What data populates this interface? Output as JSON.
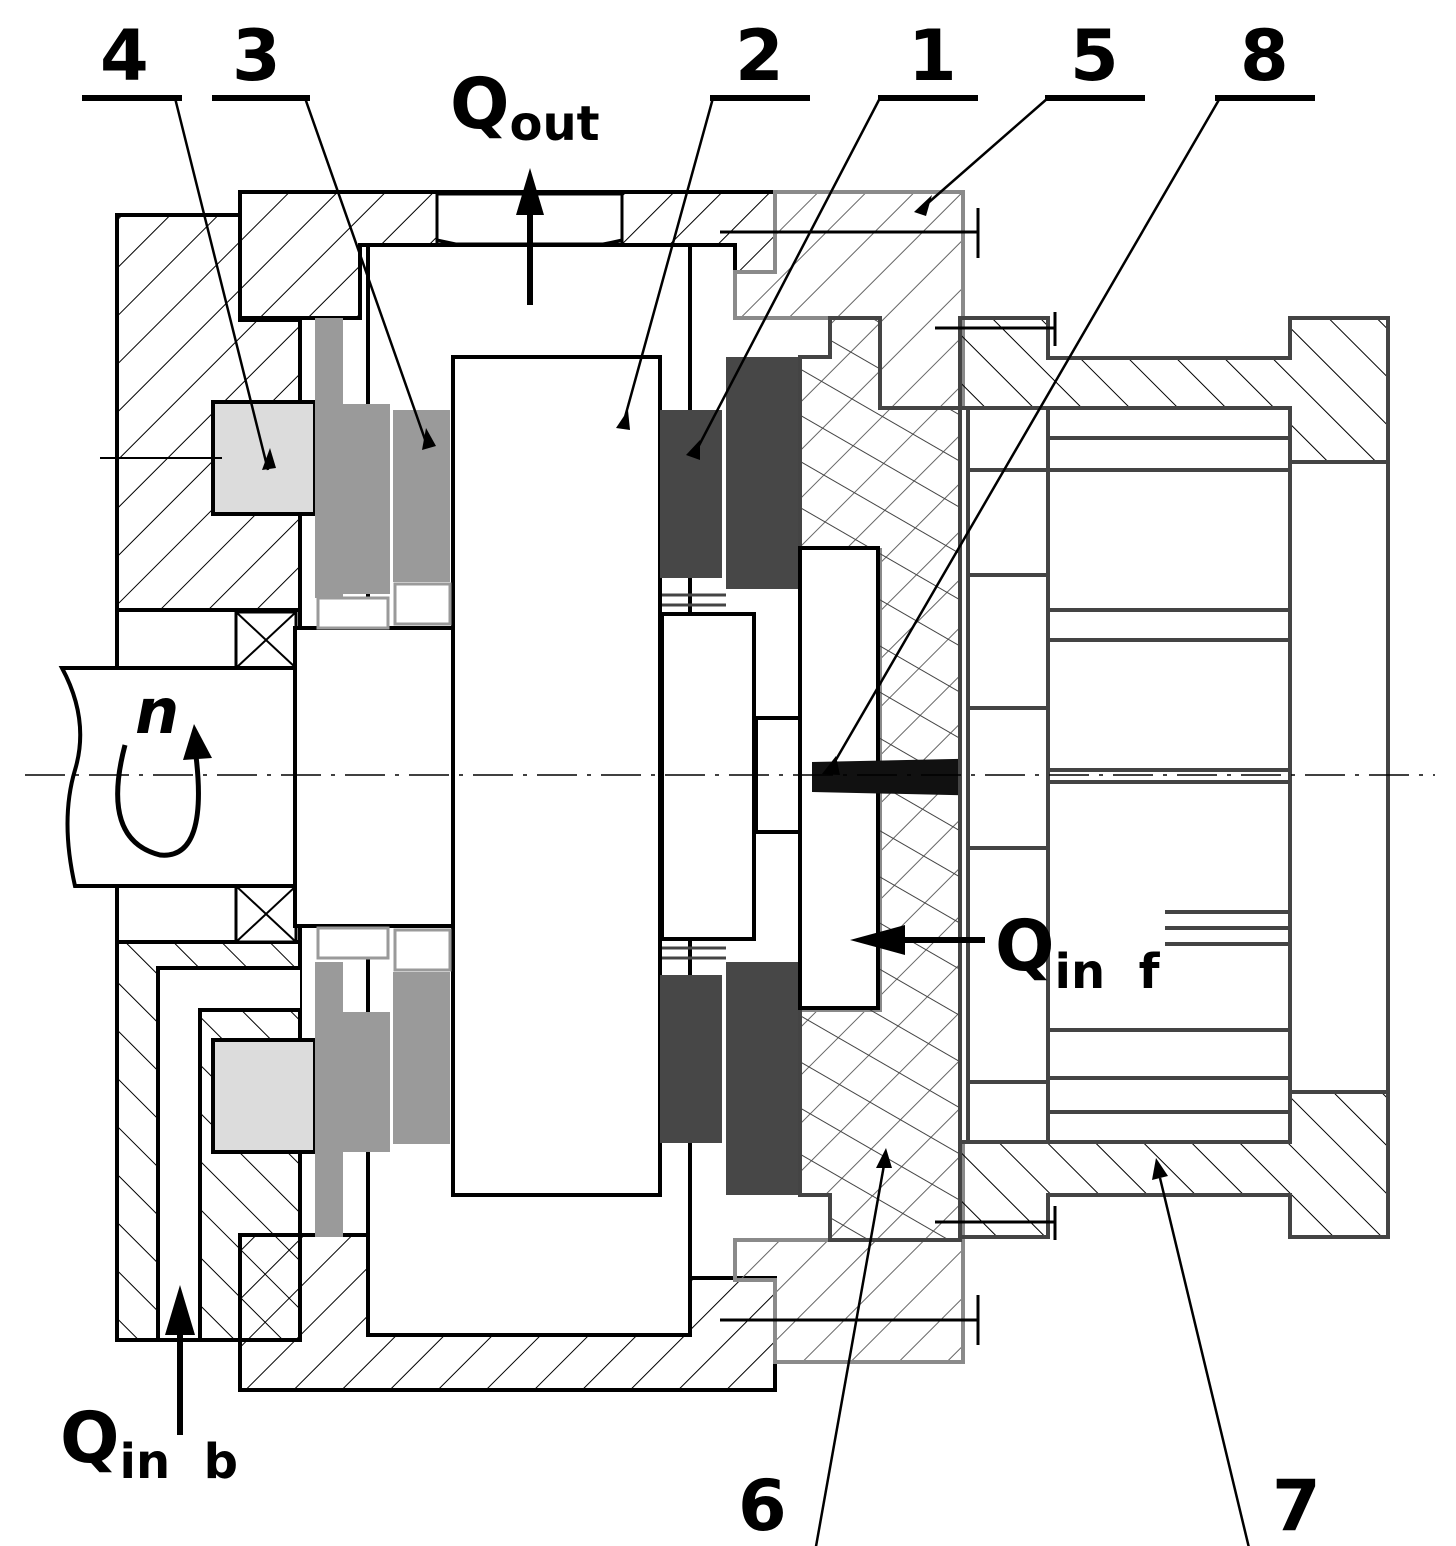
{
  "figure": {
    "part_labels": [
      "4",
      "3",
      "2",
      "1",
      "5",
      "8",
      "6",
      "7"
    ],
    "flow_out": {
      "main": "Q",
      "sub": "out"
    },
    "flow_in_front": {
      "main": "Q",
      "sub": "in  f"
    },
    "flow_in_back": {
      "main": "Q",
      "sub": "in  b"
    },
    "rotation": "n"
  },
  "colors": {
    "outline": "#000000",
    "outline_gray": "#4a4a4a",
    "outline_light": "#8a8a8a",
    "part_light": "#dcdcdc",
    "part_mid": "#9a9a9a",
    "part_dark": "#474747",
    "pin": "#111111"
  }
}
